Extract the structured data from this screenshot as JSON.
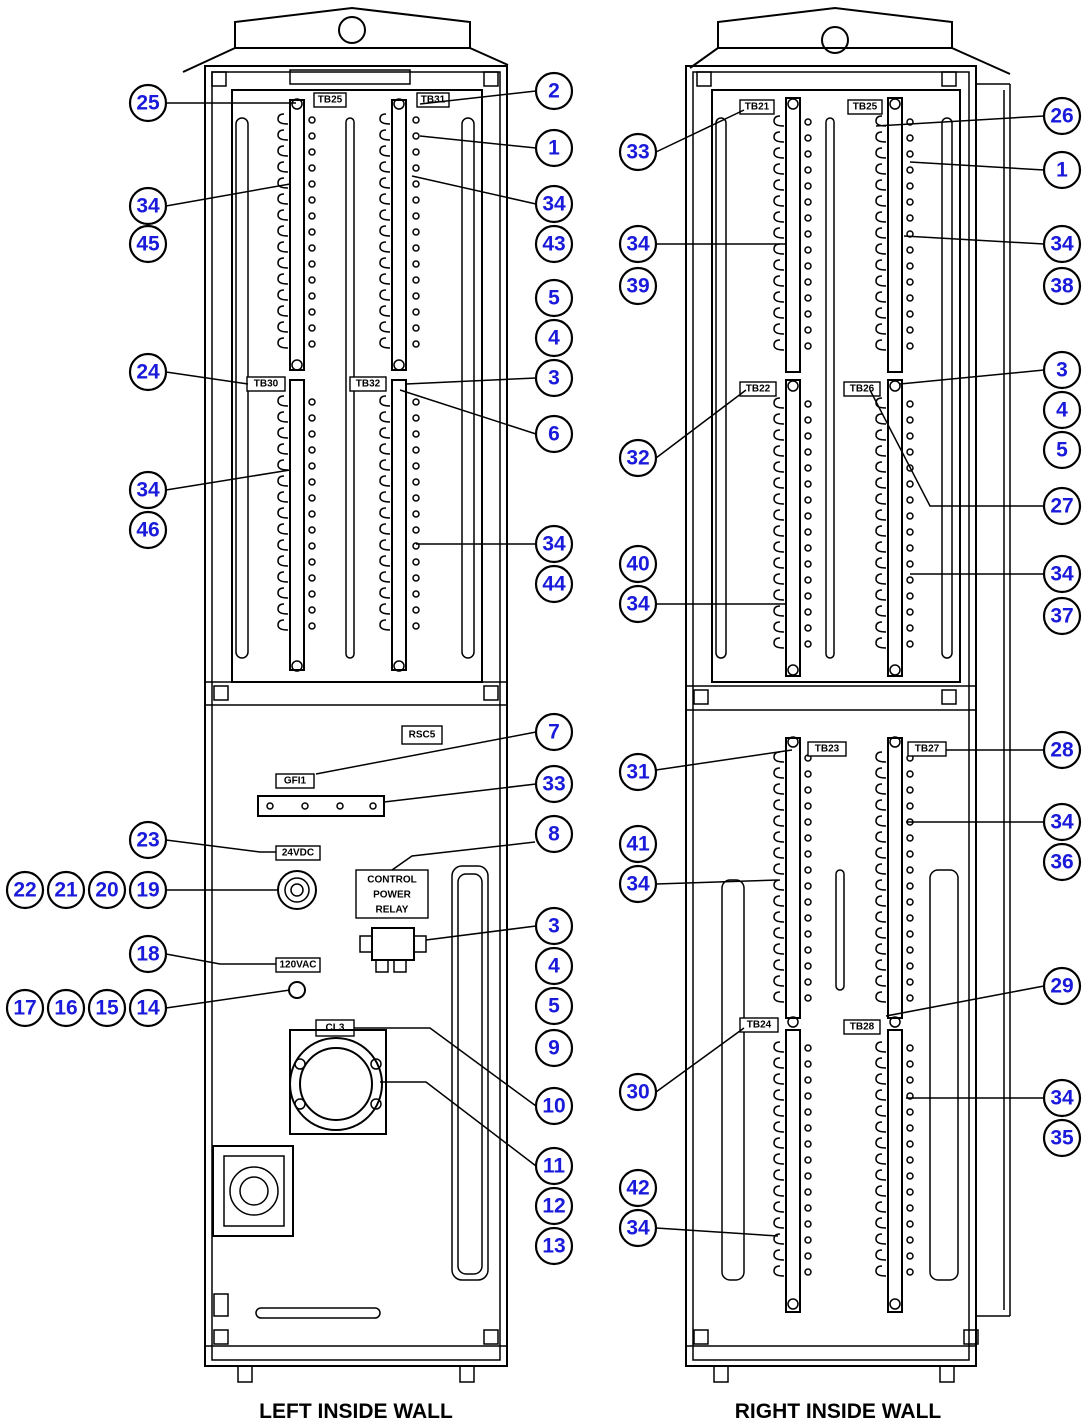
{
  "captions": {
    "left": "LEFT INSIDE WALL",
    "right": "RIGHT INSIDE WALL"
  },
  "labels": {
    "tb25": "TB25",
    "tb31": "TB31",
    "tb30": "TB30",
    "tb32": "TB32",
    "tb21": "TB21",
    "tb25r": "TB25",
    "tb22": "TB22",
    "tb26": "TB26",
    "tb23": "TB23",
    "tb27": "TB27",
    "tb24": "TB24",
    "tb28": "TB28",
    "rsc5": "RSC5",
    "gf1": "GFI1",
    "vdc24": "24VDC",
    "rcvr": "120VAC",
    "cl3": "CL3",
    "relay1": "CONTROL",
    "relay2": "POWER",
    "relay3": "RELAY"
  },
  "callouts": {
    "c25": "25",
    "c2": "2",
    "c1a": "1",
    "c34a": "34",
    "c45": "45",
    "c34b": "34",
    "c43": "43",
    "c5a": "5",
    "c4a": "4",
    "c24": "24",
    "c3a": "3",
    "c6": "6",
    "c34c": "34",
    "c46": "46",
    "c34d": "34",
    "c44": "44",
    "c7": "7",
    "c33a": "33",
    "c23": "23",
    "c8": "8",
    "c22": "22",
    "c21": "21",
    "c20": "20",
    "c19": "19",
    "c3b": "3",
    "c18": "18",
    "c4b": "4",
    "c17": "17",
    "c16": "16",
    "c15": "15",
    "c14": "14",
    "c5b": "5",
    "c9": "9",
    "c10": "10",
    "c11": "11",
    "c12": "12",
    "c13": "13",
    "c33b": "33",
    "c26": "26",
    "c1b": "1",
    "c34e": "34",
    "c39": "39",
    "c34f": "34",
    "c38": "38",
    "c32": "32",
    "c3c": "3",
    "c4c": "4",
    "c5c": "5",
    "c27": "27",
    "c40": "40",
    "c34g": "34",
    "c34h": "34",
    "c37": "37",
    "c31": "31",
    "c28": "28",
    "c41": "41",
    "c34i": "34",
    "c34j": "34",
    "c36": "36",
    "c29": "29",
    "c30": "30",
    "c34k": "34",
    "c35": "35",
    "c42": "42",
    "c34l": "34"
  }
}
